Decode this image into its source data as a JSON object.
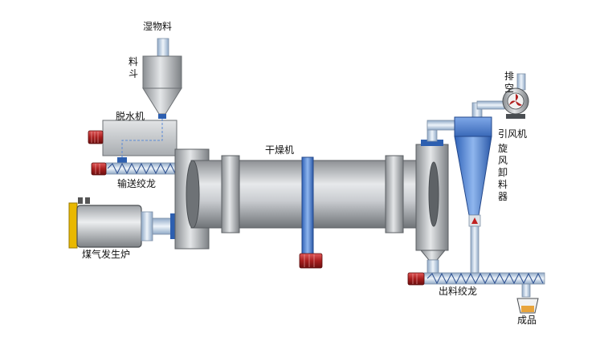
{
  "labels": {
    "wet_material": "湿物料",
    "hopper": "料斗",
    "dewatering_machine": "脱水机",
    "feed_screw": "输送绞龙",
    "coal_gas_generator": "煤气发生炉",
    "dryer": "干燥机",
    "exhaust": "排空",
    "induced_draft_fan": "引风机",
    "cyclone_unloader": "旋风卸料器",
    "discharge_screw": "出料绞龙",
    "product": "成品"
  }
}
